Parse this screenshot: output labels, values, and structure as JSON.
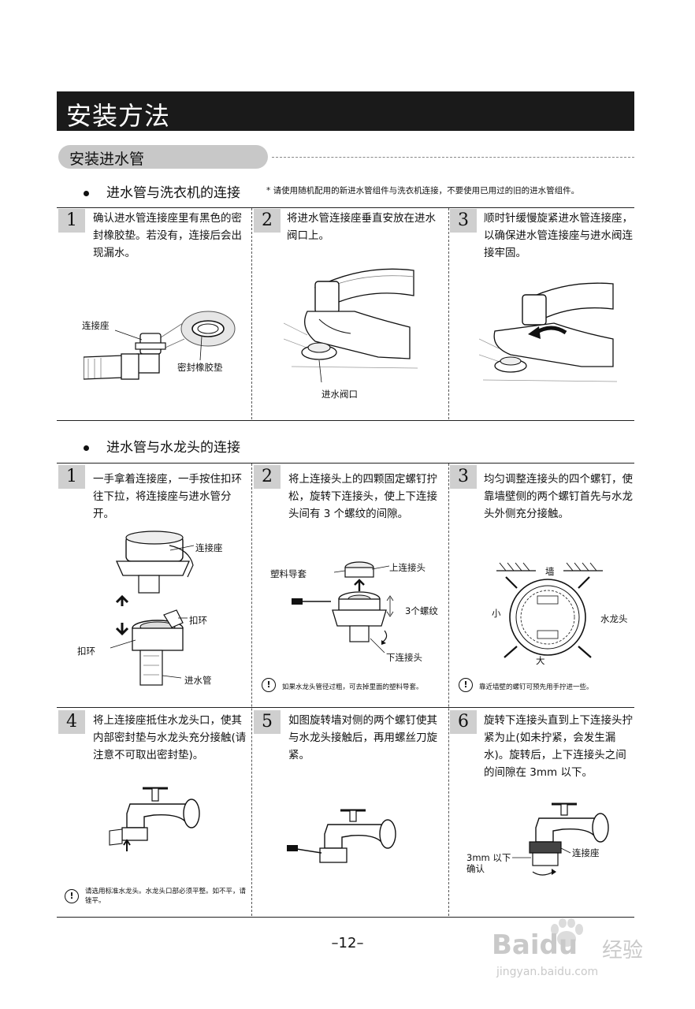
{
  "header": {
    "title": "安装方法"
  },
  "section": {
    "title": "安装进水管"
  },
  "part1": {
    "heading": "进水管与洗衣机的连接",
    "note": "* 请使用随机配用的新进水管组件与洗衣机连接，不要使用已用过的旧的进水管组件。",
    "steps": [
      {
        "num": "1",
        "text": "确认进水管连接座里有黑色的密封橡胶垫。若没有，连接后会出现漏水。",
        "labels": [
          "连接座",
          "密封橡胶垫"
        ]
      },
      {
        "num": "2",
        "text": "将进水管连接座垂直安放在进水阀口上。",
        "labels": [
          "进水阀口"
        ]
      },
      {
        "num": "3",
        "text": "顺时针缓慢旋紧进水管连接座，以确保进水管连接座与进水阀连接牢固。",
        "labels": []
      }
    ]
  },
  "part2": {
    "heading": "进水管与水龙头的连接",
    "steps": [
      {
        "num": "1",
        "text": "一手拿着连接座，一手按住扣环往下拉，将连接座与进水管分开。",
        "labels": [
          "连接座",
          "扣环",
          "扣环",
          "进水管"
        ]
      },
      {
        "num": "2",
        "text": "将上连接头上的四颗固定螺钉拧松，旋转下连接头，使上下连接头间有 3 个螺纹的间隙。",
        "labels": [
          "塑料导套",
          "上连接头",
          "3个螺纹",
          "下连接头"
        ],
        "warning": "如果水龙头管径过粗，可去掉里面的塑料导套。"
      },
      {
        "num": "3",
        "text": "均匀调整连接头的四个螺钉，使靠墙壁侧的两个螺钉首先与水龙头外侧充分接触。",
        "labels": [
          "墙",
          "小",
          "大",
          "水龙头"
        ],
        "warning": "靠近墙壁的螺钉可预先用手拧进一些。"
      },
      {
        "num": "4",
        "text": "将上连接座抵住水龙头口，使其内部密封垫与水龙头充分接触(请注意不可取出密封垫)。",
        "labels": [],
        "warning": "请选用标准水龙头。水龙头口部必须平整。如不平，请锉平。"
      },
      {
        "num": "5",
        "text": "如图旋转墙对侧的两个螺钉使其与水龙头接触后，再用螺丝刀旋紧。",
        "labels": []
      },
      {
        "num": "6",
        "text": "旋转下连接头直到上下连接头拧紧为止(如未拧紧，会发生漏水)。旋转后，上下连接头之间的间隙在 3mm 以下。",
        "labels": [
          "3mm 以下",
          "确认",
          "连接座"
        ]
      }
    ]
  },
  "footer": {
    "page": "–12–"
  },
  "watermark": {
    "brand": "Baidu",
    "tail": "经验",
    "url": "jingyan.baidu.com"
  }
}
